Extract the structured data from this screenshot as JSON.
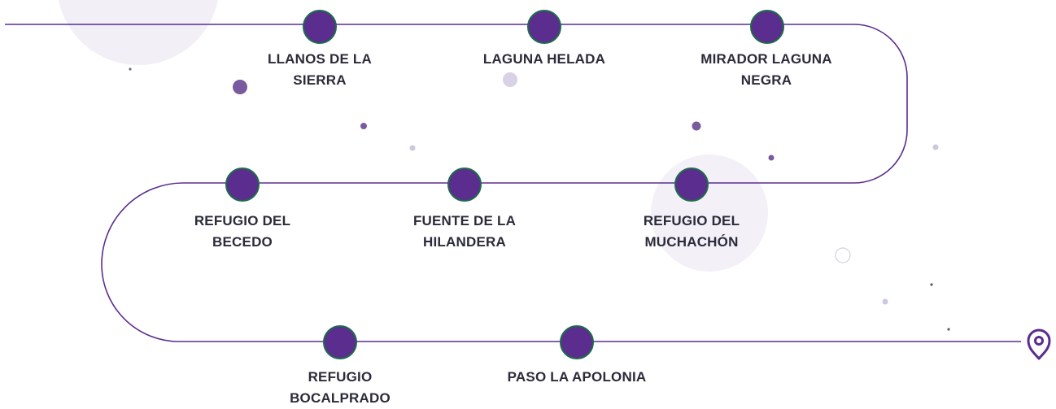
{
  "diagram": {
    "colors": {
      "path": "#5b2d8e",
      "node_fill": "#5b2d8e",
      "node_stroke": "#1e6b4a",
      "dot_dark": "#7a5a9e",
      "dot_light": "#cfc6df",
      "glow": "#f2eff7",
      "label": "#2b2b3a"
    },
    "end_icon": "map-pin-icon",
    "stops": [
      {
        "id": "llanos",
        "label": "LLANOS DE LA\nSIERRA"
      },
      {
        "id": "laguna-helada",
        "label": "LAGUNA HELADA"
      },
      {
        "id": "mirador",
        "label": "MIRADOR LAGUNA\nNEGRA"
      },
      {
        "id": "muchachon",
        "label": "REFUGIO DEL\nMUCHACHÓN"
      },
      {
        "id": "hilandera",
        "label": "FUENTE DE LA\nHILANDERA"
      },
      {
        "id": "becedo",
        "label": "REFUGIO DEL\nBECEDO"
      },
      {
        "id": "bocalprado",
        "label": "REFUGIO\nBOCALPRADO"
      },
      {
        "id": "apolonia",
        "label": "PASO LA APOLONIA"
      }
    ]
  }
}
